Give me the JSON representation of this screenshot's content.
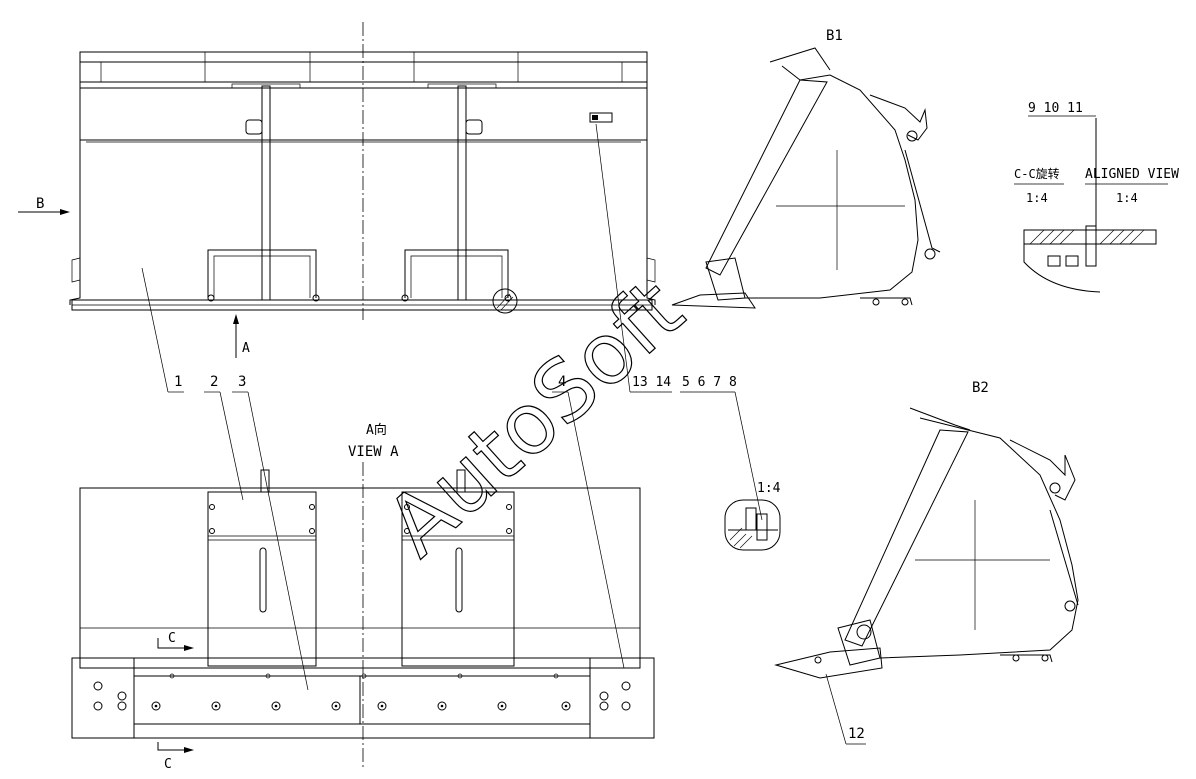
{
  "labels": {
    "b1": "B1",
    "b2": "B2",
    "b_arrow": "B",
    "a_arrow": "A",
    "a_view_cn": "A向",
    "a_view_en": "VIEW A",
    "c_top": "C",
    "c_bottom": "C",
    "section_cn": "C-C旋转",
    "section_en": "ALIGNED VIEW",
    "scale_left": "1:4",
    "scale_right": "1:4",
    "detail_scale": "1:4"
  },
  "callouts": {
    "p1": "1",
    "p2": "2",
    "p3": "3",
    "p4": "4",
    "p12": "12",
    "p13_14": "13 14",
    "p5_8": "5 6 7 8",
    "p9_11": "9 10 11"
  },
  "watermark": "AutoSoft"
}
